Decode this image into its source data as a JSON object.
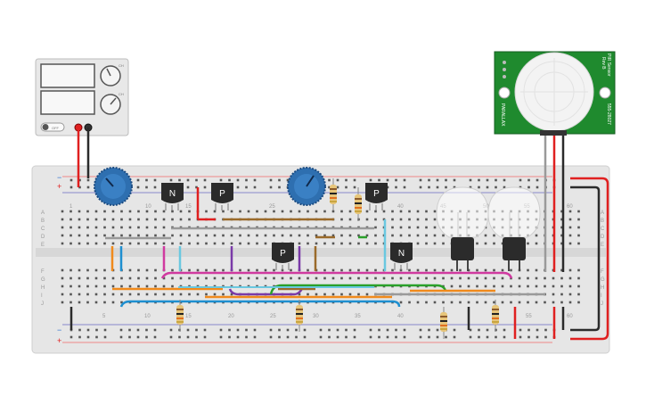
{
  "power_supply": {
    "off_label": "OFF",
    "knob_label_1": "CH",
    "knob_label_2": "CH"
  },
  "pir_sensor": {
    "name": "PIR Sensor",
    "rev": "Rev B",
    "brand": "PARALLAX",
    "part": "555-28027"
  },
  "breadboard": {
    "row_letters_top": [
      "A",
      "B",
      "C",
      "D",
      "E"
    ],
    "row_letters_bottom": [
      "F",
      "G",
      "H",
      "I",
      "J"
    ],
    "col_numbers_top": [
      "1",
      "10",
      "15",
      "25",
      "40",
      "45",
      "50",
      "55",
      "60"
    ],
    "col_numbers_bottom": [
      "5",
      "10",
      "15",
      "20",
      "25",
      "30",
      "35",
      "40",
      "55",
      "60"
    ],
    "rail_plus": "+",
    "rail_minus": "−"
  },
  "transistors": [
    {
      "type": "N"
    },
    {
      "type": "P"
    },
    {
      "type": "P"
    },
    {
      "type": "P"
    },
    {
      "type": "N"
    }
  ],
  "colors": {
    "board": "#e6e6e6",
    "wire_red": "#e02020",
    "wire_black": "#2b2b2b",
    "wire_orange": "#f08a1c",
    "wire_blue": "#1e8fd0",
    "wire_magenta": "#d03aa0",
    "wire_purple": "#7a3aa8",
    "wire_brown": "#9a6a2a",
    "wire_green": "#2aa02a",
    "wire_gray": "#9a9a9a",
    "wire_cyan": "#6ac8e0",
    "pot_blue": "#2e6fb0",
    "pir_green": "#1f8a2e"
  }
}
